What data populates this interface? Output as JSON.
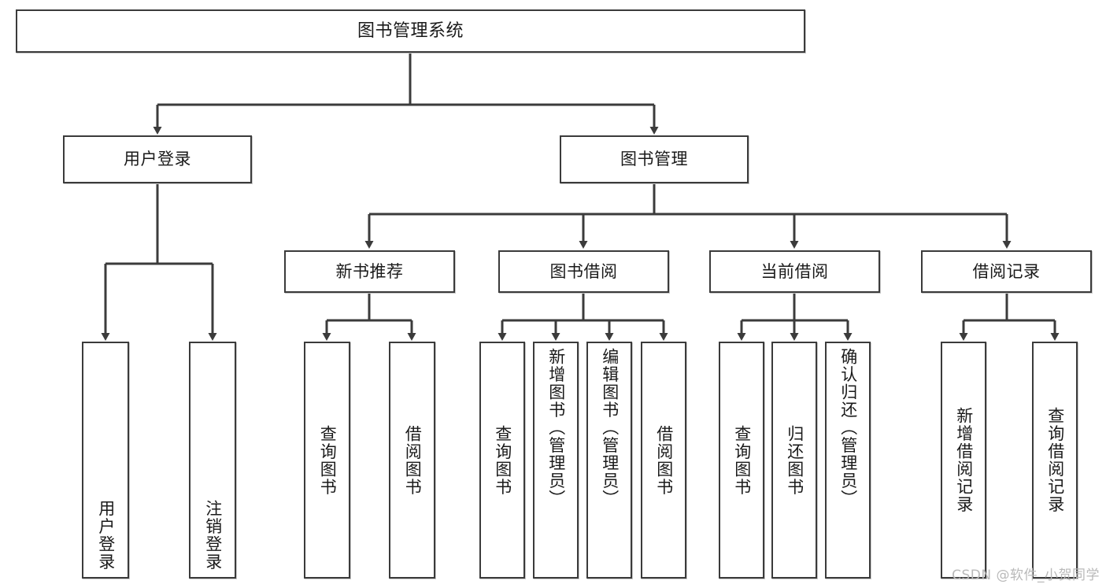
{
  "diagram": {
    "type": "tree-hierarchy-chart",
    "title": "图书管理系统",
    "line_color": "#3b3b3b",
    "box_border_color": "#3b3b3b",
    "box_fill_color": "#ffffff",
    "text_color": "#1a1a1a",
    "levels": {
      "root": {
        "label": "图书管理系统"
      },
      "level2": [
        {
          "id": "user-login",
          "label": "用户登录"
        },
        {
          "id": "book-management",
          "label": "图书管理"
        }
      ],
      "level3": [
        {
          "id": "new-book-recommend",
          "label": "新书推荐"
        },
        {
          "id": "book-borrow",
          "label": "图书借阅"
        },
        {
          "id": "current-borrow",
          "label": "当前借阅"
        },
        {
          "id": "borrow-record",
          "label": "借阅记录"
        }
      ],
      "leaves": {
        "user-login": [
          {
            "id": "leaf-user-login",
            "label": "用户登录"
          },
          {
            "id": "leaf-logout",
            "label": "注销登录"
          }
        ],
        "new-book-recommend": [
          {
            "id": "leaf-query-book-1",
            "label": "查询图书"
          },
          {
            "id": "leaf-borrow-book-1",
            "label": "借阅图书"
          }
        ],
        "book-borrow": [
          {
            "id": "leaf-query-book-2",
            "label": "查询图书"
          },
          {
            "id": "leaf-add-book",
            "label": "新增图书（管理员）"
          },
          {
            "id": "leaf-edit-book",
            "label": "编辑图书（管理员）"
          },
          {
            "id": "leaf-borrow-book-2",
            "label": "借阅图书"
          }
        ],
        "current-borrow": [
          {
            "id": "leaf-query-book-3",
            "label": "查询图书"
          },
          {
            "id": "leaf-return-book",
            "label": "归还图书"
          },
          {
            "id": "leaf-confirm-return",
            "label": "确认归还（管理员）"
          }
        ],
        "borrow-record": [
          {
            "id": "leaf-add-record",
            "label": "新增借阅记录"
          },
          {
            "id": "leaf-query-record",
            "label": "查询借阅记录"
          }
        ]
      }
    }
  },
  "watermark": {
    "text": "CSDN @软件_小贺同学"
  }
}
